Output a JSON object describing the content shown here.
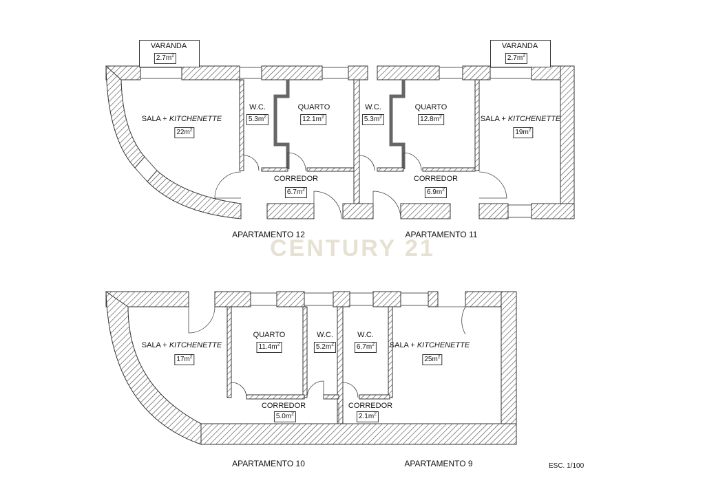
{
  "watermark": "CENTURY 21",
  "scale_label": "ESC. 1/100",
  "apartments": [
    {
      "name": "APARTAMENTO 12"
    },
    {
      "name": "APARTAMENTO 11"
    },
    {
      "name": "APARTAMENTO 10"
    },
    {
      "name": "APARTAMENTO 9"
    }
  ],
  "rooms": {
    "a12_varanda": {
      "name": "VARANDA",
      "area": "2.7m",
      "sup": "2"
    },
    "a12_sala": {
      "name": "SALA + ",
      "name_italic": "KITCHENETTE",
      "area": "22m",
      "sup": "2"
    },
    "a12_wc": {
      "name": "W.C.",
      "area": "5.3m",
      "sup": "2"
    },
    "a12_quarto": {
      "name": "QUARTO",
      "area": "12.1m",
      "sup": "2"
    },
    "a12_corredor": {
      "name": "CORREDOR",
      "area": "6.7m",
      "sup": "2"
    },
    "a11_varanda": {
      "name": "VARANDA",
      "area": "2.7m",
      "sup": "2"
    },
    "a11_wc": {
      "name": "W.C.",
      "area": "5.3m",
      "sup": "2"
    },
    "a11_quarto": {
      "name": "QUARTO",
      "area": "12.8m",
      "sup": "2"
    },
    "a11_sala": {
      "name": "SALA + ",
      "name_italic": "KITCHENETTE",
      "area": "19m",
      "sup": "2"
    },
    "a11_corredor": {
      "name": "CORREDOR",
      "area": "6.9m",
      "sup": "2"
    },
    "a10_sala": {
      "name": "SALA + ",
      "name_italic": "KITCHENETTE",
      "area": "17m",
      "sup": "2"
    },
    "a10_quarto": {
      "name": "QUARTO",
      "area": "11.4m",
      "sup": "2"
    },
    "a10_wc": {
      "name": "W.C.",
      "area": "5.2m",
      "sup": "2"
    },
    "a10_corredor": {
      "name": "CORREDOR",
      "area": "5.0m",
      "sup": "2"
    },
    "a9_wc": {
      "name": "W.C.",
      "area": "6.7m",
      "sup": "2"
    },
    "a9_sala": {
      "name": "SALA + ",
      "name_italic": "KITCHENETTE",
      "area": "25m",
      "sup": "2"
    },
    "a9_corredor": {
      "name": "CORREDOR",
      "area": "2.1m",
      "sup": "2"
    }
  }
}
